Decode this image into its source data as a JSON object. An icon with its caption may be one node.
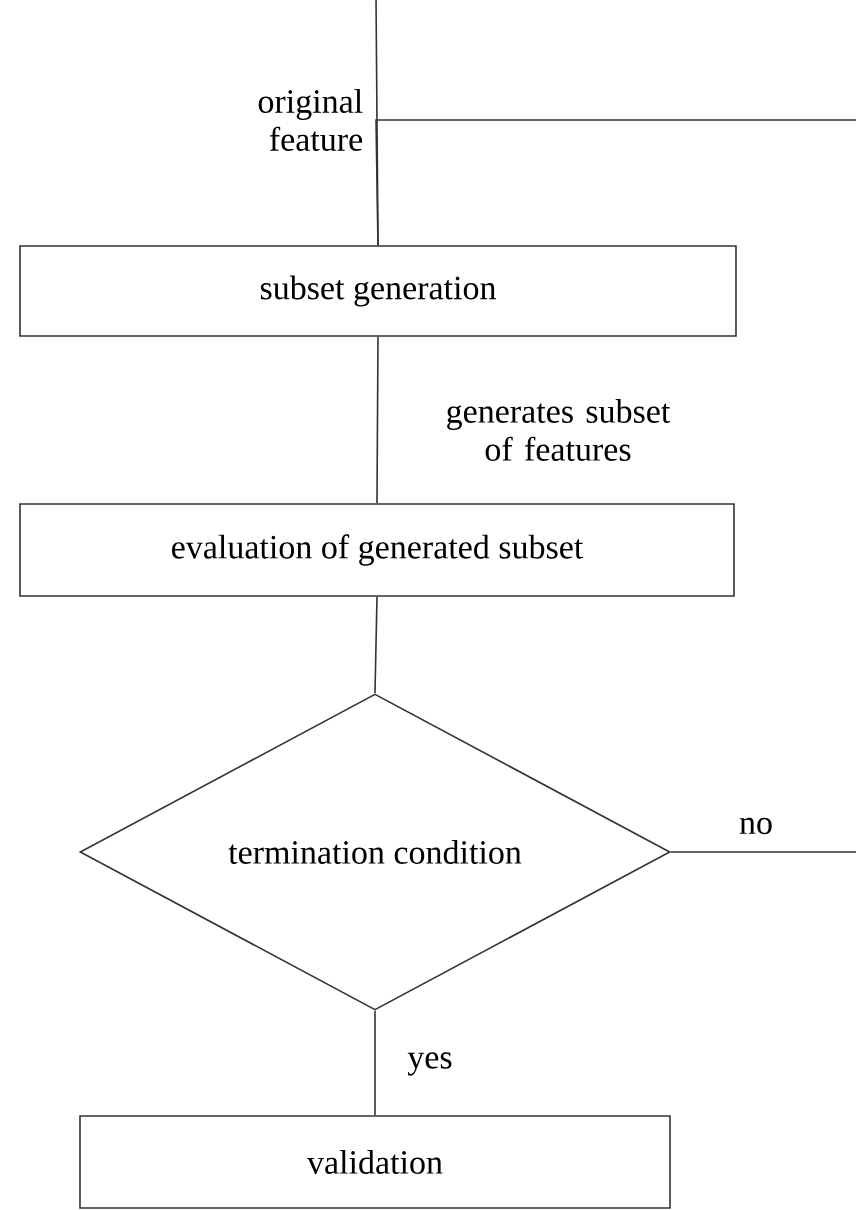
{
  "diagram": {
    "nodes": [
      {
        "text": [
          "subset generation"
        ]
      },
      {
        "text": [
          "evaluation of generated subset"
        ]
      },
      {
        "text": [
          "termination condition"
        ]
      },
      {
        "text": [
          "validation"
        ]
      }
    ],
    "edges": [
      {
        "from": null,
        "to": 0,
        "arrow": "none",
        "label": "original feature"
      },
      {
        "from": 0,
        "to": 1,
        "arrow": "none",
        "label": "generates subset of features"
      },
      {
        "from": 1,
        "to": 2,
        "arrow": "none"
      },
      {
        "from": 2,
        "to": 0,
        "arrow": "none",
        "label": "no"
      },
      {
        "from": 2,
        "to": 3,
        "arrow": "none",
        "label": "yes"
      }
    ]
  }
}
